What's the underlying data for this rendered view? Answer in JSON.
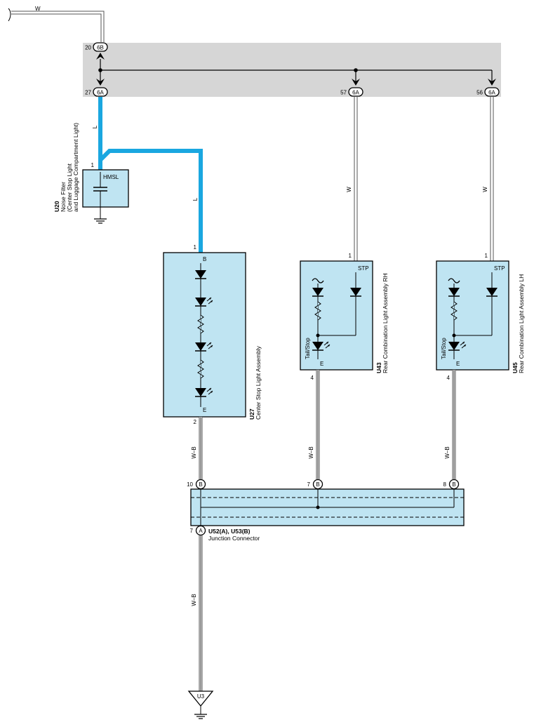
{
  "wires": {
    "top": "W",
    "center_left": "L",
    "center_right": "L",
    "rh_stp": "W",
    "lh_stp": "W",
    "center_ground": "W–B",
    "rh_ground": "W–B",
    "lh_ground": "W–B",
    "junction_out": "W–B"
  },
  "splice_block": {
    "in_pin": "20",
    "in_conn": "6B",
    "out1_pin": "27",
    "out1_conn": "6A",
    "out2_pin": "57",
    "out2_conn": "6A",
    "out3_pin": "56",
    "out3_conn": "6A"
  },
  "u20": {
    "code": "U20",
    "name_line1": "Noise Filter",
    "name_line2": "(Center Stop Light",
    "name_line3": "and Luggage Compartment Light)",
    "pin": "1",
    "terminal": "HMSL"
  },
  "u27": {
    "code": "U27",
    "name": "Center Stop Light Assembly",
    "pin_in": "1",
    "term_in": "B",
    "pin_out": "2",
    "term_out": "E"
  },
  "u43": {
    "code": "U43",
    "name": "Rear Combination Light Assembly RH",
    "pin_in": "1",
    "term_in": "STP",
    "term_tail": "Tail/Stop",
    "pin_out": "4",
    "term_out": "E"
  },
  "u45": {
    "code": "U45",
    "name": "Rear Combination Light Assembly LH",
    "pin_in": "1",
    "term_in": "STP",
    "term_tail": "Tail/Stop",
    "pin_out": "4",
    "term_out": "E"
  },
  "junction": {
    "code": "U52(A), U53(B)",
    "name": "Junction Connector",
    "pin_b1": "10",
    "conn_b1": "B",
    "pin_b2": "7",
    "conn_b2": "B",
    "pin_b3": "8",
    "conn_b3": "B",
    "pin_a": "7",
    "conn_a": "A"
  },
  "ground": {
    "label": "U3"
  },
  "colors": {
    "blue_wire": "#1aa7e0",
    "component_fill": "#bfe4f2",
    "splice_fill": "#d6d6d6"
  }
}
